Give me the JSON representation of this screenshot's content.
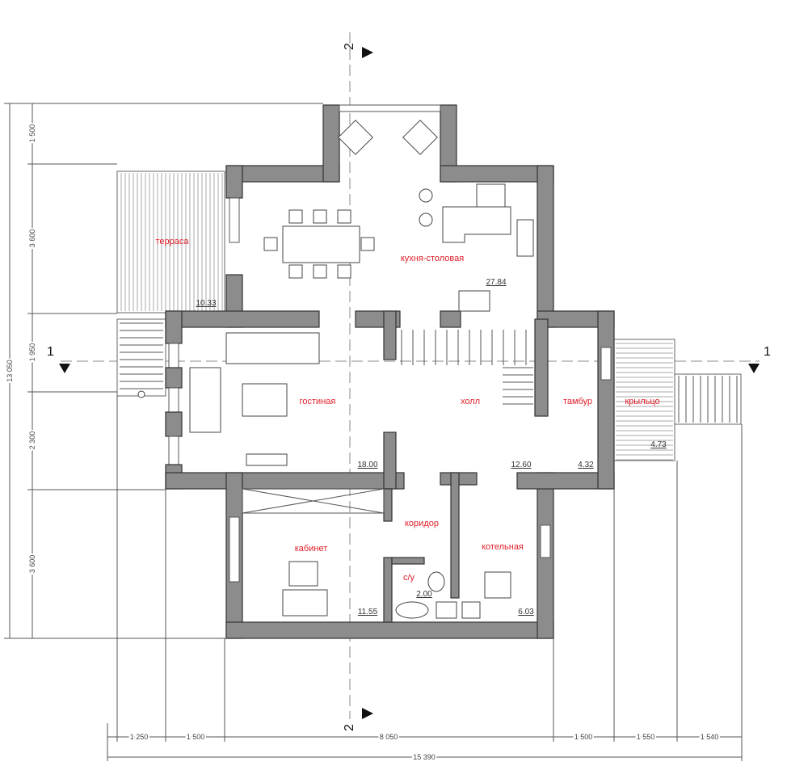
{
  "rooms": {
    "terrace": {
      "label": "терраса",
      "area": "10.33"
    },
    "kitchen": {
      "label": "кухня-столовая",
      "area": "27.84"
    },
    "living": {
      "label": "гостиная",
      "area": "18.00"
    },
    "hall": {
      "label": "холл",
      "area": "12.60"
    },
    "vestibule": {
      "label": "тамбур",
      "area": "4.32"
    },
    "porch": {
      "label": "крыльцо",
      "area": "4.73"
    },
    "corridor": {
      "label": "коридор"
    },
    "study": {
      "label": "кабинет",
      "area": "11.55"
    },
    "wc": {
      "label": "с/у",
      "area": "2.00"
    },
    "boiler": {
      "label": "котельная",
      "area": "6.03"
    }
  },
  "axes": {
    "section_2": "2",
    "section_1": "1"
  },
  "dimensions": {
    "left_total": "13 050",
    "left": [
      "1 500",
      "3 600",
      "1 950",
      "2 300",
      "3 600"
    ],
    "bottom": [
      "1 250",
      "1 500",
      "8 050",
      "1 500",
      "1 550",
      "1 540"
    ],
    "bottom_total": "15 390"
  }
}
